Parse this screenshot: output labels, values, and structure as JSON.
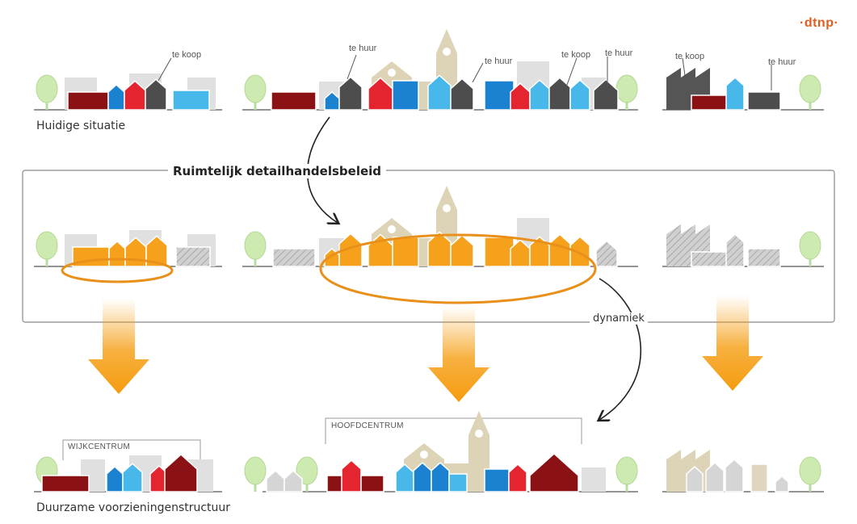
{
  "logo": "·dtnp·",
  "labels": {
    "current": "Huidige situatie",
    "policy": "Ruimtelijk detailhandelsbeleid",
    "dynamics": "dynamiek",
    "future": "Duurzame voorzieningenstructuur",
    "neighbourhood_centre": "WIJKCENTRUM",
    "main_centre": "HOOFDCENTRUM"
  },
  "annotations": {
    "for_sale": "te koop",
    "for_rent": "te huur"
  },
  "colors": {
    "dark_red": "#8b1214",
    "red": "#e42530",
    "blue": "#1a82d0",
    "light_blue": "#48b8ea",
    "dark_grey": "#4d4d4d",
    "grey": "#d5d5d5",
    "orange": "#f5a11b",
    "orange_outline": "#e8901a",
    "beige": "#ddd3b6",
    "tree": "#cdebb0",
    "arrow": "#f59c0f"
  }
}
